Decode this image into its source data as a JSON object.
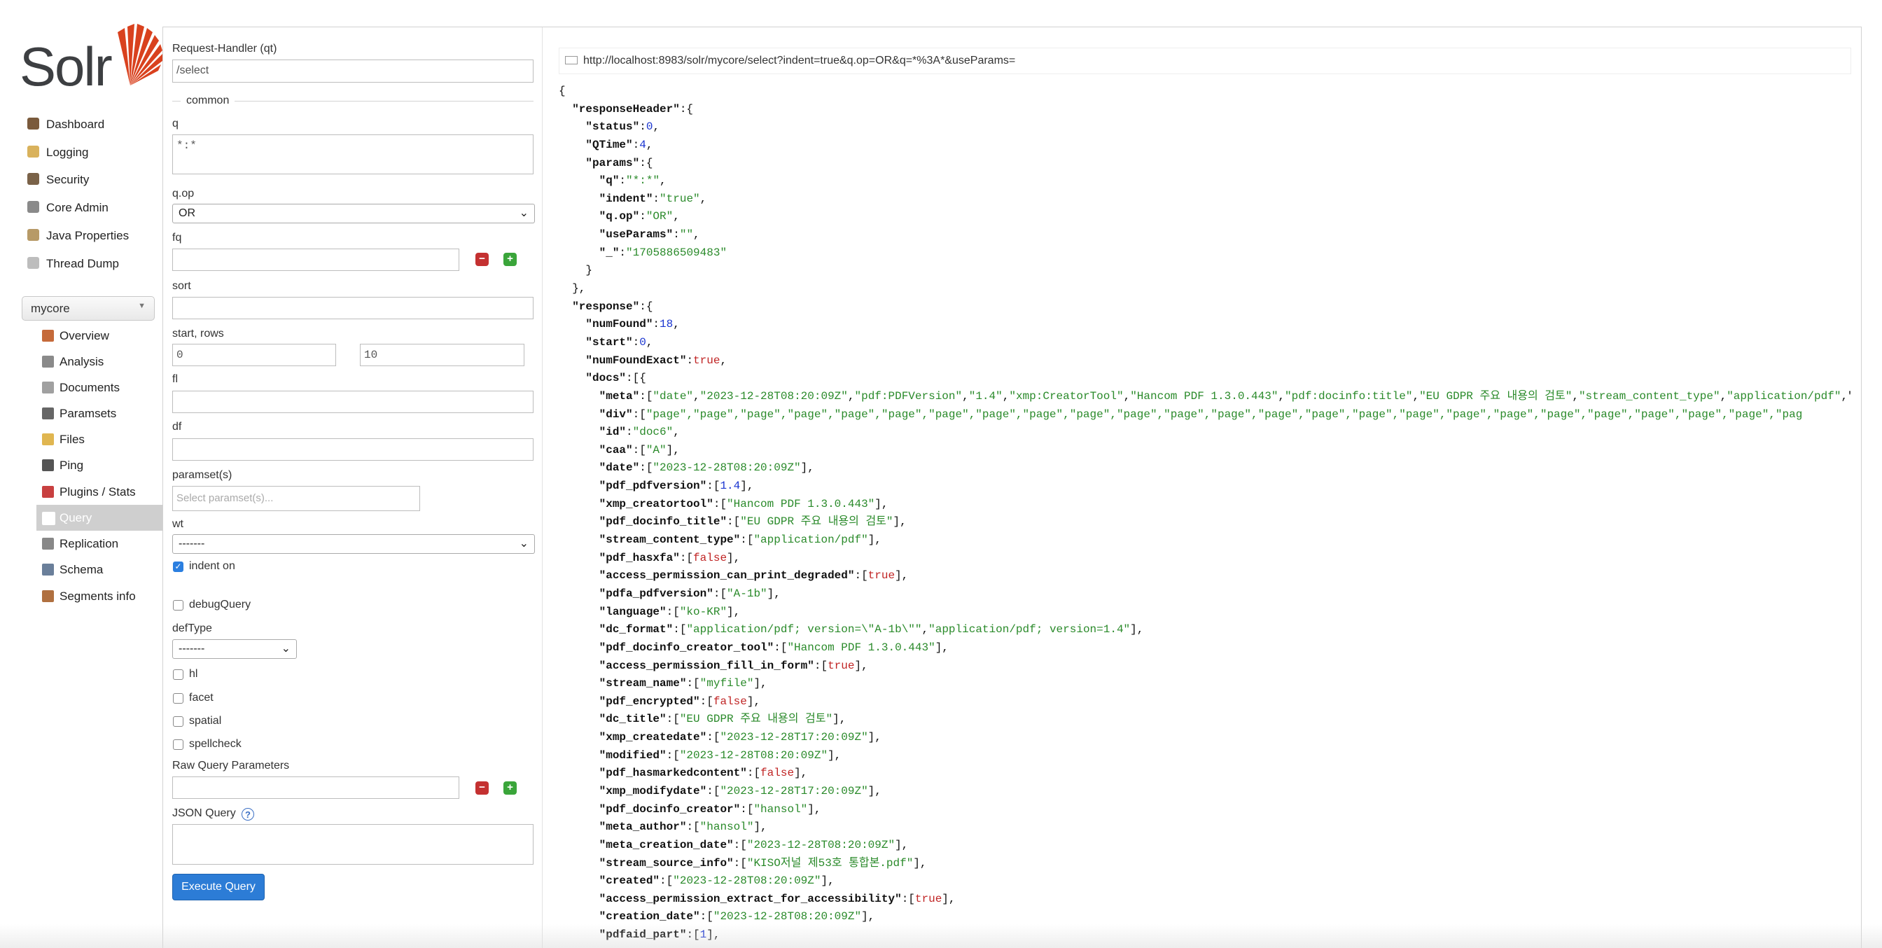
{
  "app": {
    "logo_text": "Solr"
  },
  "sidebar": {
    "items": [
      {
        "label": "Dashboard",
        "icon": "dashboard-icon",
        "color": "#7a5a3c"
      },
      {
        "label": "Logging",
        "icon": "logging-icon",
        "color": "#d9b25c"
      },
      {
        "label": "Security",
        "icon": "security-icon",
        "color": "#7a6248"
      },
      {
        "label": "Core Admin",
        "icon": "core-admin-icon",
        "color": "#8a8a8a"
      },
      {
        "label": "Java Properties",
        "icon": "java-properties-icon",
        "color": "#b79a67"
      },
      {
        "label": "Thread Dump",
        "icon": "thread-dump-icon",
        "color": "#bdbdbd"
      }
    ],
    "core_selector": {
      "value": "mycore"
    },
    "core_items": [
      {
        "label": "Overview",
        "icon": "overview-icon",
        "color": "#c56a3a"
      },
      {
        "label": "Analysis",
        "icon": "analysis-icon",
        "color": "#8a8a8a"
      },
      {
        "label": "Documents",
        "icon": "documents-icon",
        "color": "#a0a0a0"
      },
      {
        "label": "Paramsets",
        "icon": "paramsets-icon",
        "color": "#666666"
      },
      {
        "label": "Files",
        "icon": "files-icon",
        "color": "#e0b650"
      },
      {
        "label": "Ping",
        "icon": "ping-icon",
        "color": "#555555"
      },
      {
        "label": "Plugins / Stats",
        "icon": "plugins-icon",
        "color": "#c84040"
      },
      {
        "label": "Query",
        "icon": "query-icon",
        "color": "#ffffff",
        "active": true
      },
      {
        "label": "Replication",
        "icon": "replication-icon",
        "color": "#888888"
      },
      {
        "label": "Schema",
        "icon": "schema-icon",
        "color": "#6a7f9a"
      },
      {
        "label": "Segments info",
        "icon": "segments-icon",
        "color": "#b07040"
      }
    ]
  },
  "form": {
    "request_handler": {
      "label": "Request-Handler (qt)",
      "value": "/select"
    },
    "common_legend": "common",
    "q": {
      "label": "q",
      "value": "*:*"
    },
    "qop": {
      "label": "q.op",
      "value": "OR"
    },
    "fq": {
      "label": "fq",
      "value": ""
    },
    "sort": {
      "label": "sort",
      "value": ""
    },
    "start_rows": {
      "label": "start, rows",
      "start": "0",
      "rows": "10"
    },
    "fl": {
      "label": "fl",
      "value": ""
    },
    "df": {
      "label": "df",
      "value": ""
    },
    "paramsets": {
      "label": "paramset(s)",
      "placeholder": "Select paramset(s)..."
    },
    "wt": {
      "label": "wt",
      "value": "-------"
    },
    "indent": {
      "label": "indent on",
      "checked": true
    },
    "debug": {
      "label": "debugQuery",
      "checked": false
    },
    "deftype": {
      "label": "defType",
      "value": "-------"
    },
    "hl": {
      "label": "hl"
    },
    "facet": {
      "label": "facet"
    },
    "spatial": {
      "label": "spatial"
    },
    "spellcheck": {
      "label": "spellcheck"
    },
    "raw": {
      "label": "Raw Query Parameters",
      "value": ""
    },
    "json_query": {
      "label": "JSON Query",
      "help": "?",
      "value": ""
    },
    "execute_label": "Execute Query",
    "minus_glyph": "−",
    "plus_glyph": "+"
  },
  "response": {
    "url": "http://localhost:8983/solr/mycore/select?indent=true&q.op=OR&q=*%3A*&useParams=",
    "json_lines": [
      [
        [
          "p",
          "{"
        ]
      ],
      [
        [
          "p",
          "  "
        ],
        [
          "k",
          "\"responseHeader\""
        ],
        [
          "p",
          ":{"
        ]
      ],
      [
        [
          "p",
          "    "
        ],
        [
          "k",
          "\"status\""
        ],
        [
          "p",
          ":"
        ],
        [
          "n",
          "0"
        ],
        [
          "p",
          ","
        ]
      ],
      [
        [
          "p",
          "    "
        ],
        [
          "k",
          "\"QTime\""
        ],
        [
          "p",
          ":"
        ],
        [
          "n",
          "4"
        ],
        [
          "p",
          ","
        ]
      ],
      [
        [
          "p",
          "    "
        ],
        [
          "k",
          "\"params\""
        ],
        [
          "p",
          ":{"
        ]
      ],
      [
        [
          "p",
          "      "
        ],
        [
          "k",
          "\"q\""
        ],
        [
          "p",
          ":"
        ],
        [
          "s",
          "\"*:*\""
        ],
        [
          "p",
          ","
        ]
      ],
      [
        [
          "p",
          "      "
        ],
        [
          "k",
          "\"indent\""
        ],
        [
          "p",
          ":"
        ],
        [
          "s",
          "\"true\""
        ],
        [
          "p",
          ","
        ]
      ],
      [
        [
          "p",
          "      "
        ],
        [
          "k",
          "\"q.op\""
        ],
        [
          "p",
          ":"
        ],
        [
          "s",
          "\"OR\""
        ],
        [
          "p",
          ","
        ]
      ],
      [
        [
          "p",
          "      "
        ],
        [
          "k",
          "\"useParams\""
        ],
        [
          "p",
          ":"
        ],
        [
          "s",
          "\"\""
        ],
        [
          "p",
          ","
        ]
      ],
      [
        [
          "p",
          "      "
        ],
        [
          "k",
          "\"_\""
        ],
        [
          "p",
          ":"
        ],
        [
          "s",
          "\"1705886509483\""
        ]
      ],
      [
        [
          "p",
          "    }"
        ]
      ],
      [
        [
          "p",
          "  },"
        ]
      ],
      [
        [
          "p",
          "  "
        ],
        [
          "k",
          "\"response\""
        ],
        [
          "p",
          ":{"
        ]
      ],
      [
        [
          "p",
          "    "
        ],
        [
          "k",
          "\"numFound\""
        ],
        [
          "p",
          ":"
        ],
        [
          "n",
          "18"
        ],
        [
          "p",
          ","
        ]
      ],
      [
        [
          "p",
          "    "
        ],
        [
          "k",
          "\"start\""
        ],
        [
          "p",
          ":"
        ],
        [
          "n",
          "0"
        ],
        [
          "p",
          ","
        ]
      ],
      [
        [
          "p",
          "    "
        ],
        [
          "k",
          "\"numFoundExact\""
        ],
        [
          "p",
          ":"
        ],
        [
          "b",
          "true"
        ],
        [
          "p",
          ","
        ]
      ],
      [
        [
          "p",
          "    "
        ],
        [
          "k",
          "\"docs\""
        ],
        [
          "p",
          ":[{"
        ]
      ],
      [
        [
          "p",
          "      "
        ],
        [
          "k",
          "\"meta\""
        ],
        [
          "p",
          ":["
        ],
        [
          "s",
          "\"date\""
        ],
        [
          "p",
          ","
        ],
        [
          "s",
          "\"2023-12-28T08:20:09Z\""
        ],
        [
          "p",
          ","
        ],
        [
          "s",
          "\"pdf:PDFVersion\""
        ],
        [
          "p",
          ","
        ],
        [
          "s",
          "\"1.4\""
        ],
        [
          "p",
          ","
        ],
        [
          "s",
          "\"xmp:CreatorTool\""
        ],
        [
          "p",
          ","
        ],
        [
          "s",
          "\"Hancom PDF 1.3.0.443\""
        ],
        [
          "p",
          ","
        ],
        [
          "s",
          "\"pdf:docinfo:title\""
        ],
        [
          "p",
          ","
        ],
        [
          "s",
          "\"EU GDPR 주요 내용의 검토\""
        ],
        [
          "p",
          ","
        ],
        [
          "s",
          "\"stream_content_type\""
        ],
        [
          "p",
          ","
        ],
        [
          "s",
          "\"application/pdf\""
        ],
        [
          "p",
          ",\""
        ]
      ],
      [
        [
          "p",
          "      "
        ],
        [
          "k",
          "\"div\""
        ],
        [
          "p",
          ":["
        ],
        [
          "s",
          "\"page\",\"page\",\"page\",\"page\",\"page\",\"page\",\"page\",\"page\",\"page\",\"page\",\"page\",\"page\",\"page\",\"page\",\"page\",\"page\",\"page\",\"page\",\"page\",\"page\",\"page\",\"page\",\"page\",\"page\",\"pag"
        ]
      ],
      [
        [
          "p",
          "      "
        ],
        [
          "k",
          "\"id\""
        ],
        [
          "p",
          ":"
        ],
        [
          "s",
          "\"doc6\""
        ],
        [
          "p",
          ","
        ]
      ],
      [
        [
          "p",
          "      "
        ],
        [
          "k",
          "\"caa\""
        ],
        [
          "p",
          ":["
        ],
        [
          "s",
          "\"A\""
        ],
        [
          "p",
          "],"
        ]
      ],
      [
        [
          "p",
          "      "
        ],
        [
          "k",
          "\"date\""
        ],
        [
          "p",
          ":["
        ],
        [
          "s",
          "\"2023-12-28T08:20:09Z\""
        ],
        [
          "p",
          "],"
        ]
      ],
      [
        [
          "p",
          "      "
        ],
        [
          "k",
          "\"pdf_pdfversion\""
        ],
        [
          "p",
          ":["
        ],
        [
          "n",
          "1.4"
        ],
        [
          "p",
          "],"
        ]
      ],
      [
        [
          "p",
          "      "
        ],
        [
          "k",
          "\"xmp_creatortool\""
        ],
        [
          "p",
          ":["
        ],
        [
          "s",
          "\"Hancom PDF 1.3.0.443\""
        ],
        [
          "p",
          "],"
        ]
      ],
      [
        [
          "p",
          "      "
        ],
        [
          "k",
          "\"pdf_docinfo_title\""
        ],
        [
          "p",
          ":["
        ],
        [
          "s",
          "\"EU GDPR 주요 내용의 검토\""
        ],
        [
          "p",
          "],"
        ]
      ],
      [
        [
          "p",
          "      "
        ],
        [
          "k",
          "\"stream_content_type\""
        ],
        [
          "p",
          ":["
        ],
        [
          "s",
          "\"application/pdf\""
        ],
        [
          "p",
          "],"
        ]
      ],
      [
        [
          "p",
          "      "
        ],
        [
          "k",
          "\"pdf_hasxfa\""
        ],
        [
          "p",
          ":["
        ],
        [
          "b",
          "false"
        ],
        [
          "p",
          "],"
        ]
      ],
      [
        [
          "p",
          "      "
        ],
        [
          "k",
          "\"access_permission_can_print_degraded\""
        ],
        [
          "p",
          ":["
        ],
        [
          "b",
          "true"
        ],
        [
          "p",
          "],"
        ]
      ],
      [
        [
          "p",
          "      "
        ],
        [
          "k",
          "\"pdfa_pdfversion\""
        ],
        [
          "p",
          ":["
        ],
        [
          "s",
          "\"A-1b\""
        ],
        [
          "p",
          "],"
        ]
      ],
      [
        [
          "p",
          "      "
        ],
        [
          "k",
          "\"language\""
        ],
        [
          "p",
          ":["
        ],
        [
          "s",
          "\"ko-KR\""
        ],
        [
          "p",
          "],"
        ]
      ],
      [
        [
          "p",
          "      "
        ],
        [
          "k",
          "\"dc_format\""
        ],
        [
          "p",
          ":["
        ],
        [
          "s",
          "\"application/pdf; version=\\\"A-1b\\\"\""
        ],
        [
          "p",
          ","
        ],
        [
          "s",
          "\"application/pdf; version=1.4\""
        ],
        [
          "p",
          "],"
        ]
      ],
      [
        [
          "p",
          "      "
        ],
        [
          "k",
          "\"pdf_docinfo_creator_tool\""
        ],
        [
          "p",
          ":["
        ],
        [
          "s",
          "\"Hancom PDF 1.3.0.443\""
        ],
        [
          "p",
          "],"
        ]
      ],
      [
        [
          "p",
          "      "
        ],
        [
          "k",
          "\"access_permission_fill_in_form\""
        ],
        [
          "p",
          ":["
        ],
        [
          "b",
          "true"
        ],
        [
          "p",
          "],"
        ]
      ],
      [
        [
          "p",
          "      "
        ],
        [
          "k",
          "\"stream_name\""
        ],
        [
          "p",
          ":["
        ],
        [
          "s",
          "\"myfile\""
        ],
        [
          "p",
          "],"
        ]
      ],
      [
        [
          "p",
          "      "
        ],
        [
          "k",
          "\"pdf_encrypted\""
        ],
        [
          "p",
          ":["
        ],
        [
          "b",
          "false"
        ],
        [
          "p",
          "],"
        ]
      ],
      [
        [
          "p",
          "      "
        ],
        [
          "k",
          "\"dc_title\""
        ],
        [
          "p",
          ":["
        ],
        [
          "s",
          "\"EU GDPR 주요 내용의 검토\""
        ],
        [
          "p",
          "],"
        ]
      ],
      [
        [
          "p",
          "      "
        ],
        [
          "k",
          "\"xmp_createdate\""
        ],
        [
          "p",
          ":["
        ],
        [
          "s",
          "\"2023-12-28T17:20:09Z\""
        ],
        [
          "p",
          "],"
        ]
      ],
      [
        [
          "p",
          "      "
        ],
        [
          "k",
          "\"modified\""
        ],
        [
          "p",
          ":["
        ],
        [
          "s",
          "\"2023-12-28T08:20:09Z\""
        ],
        [
          "p",
          "],"
        ]
      ],
      [
        [
          "p",
          "      "
        ],
        [
          "k",
          "\"pdf_hasmarkedcontent\""
        ],
        [
          "p",
          ":["
        ],
        [
          "b",
          "false"
        ],
        [
          "p",
          "],"
        ]
      ],
      [
        [
          "p",
          "      "
        ],
        [
          "k",
          "\"xmp_modifydate\""
        ],
        [
          "p",
          ":["
        ],
        [
          "s",
          "\"2023-12-28T17:20:09Z\""
        ],
        [
          "p",
          "],"
        ]
      ],
      [
        [
          "p",
          "      "
        ],
        [
          "k",
          "\"pdf_docinfo_creator\""
        ],
        [
          "p",
          ":["
        ],
        [
          "s",
          "\"hansol\""
        ],
        [
          "p",
          "],"
        ]
      ],
      [
        [
          "p",
          "      "
        ],
        [
          "k",
          "\"meta_author\""
        ],
        [
          "p",
          ":["
        ],
        [
          "s",
          "\"hansol\""
        ],
        [
          "p",
          "],"
        ]
      ],
      [
        [
          "p",
          "      "
        ],
        [
          "k",
          "\"meta_creation_date\""
        ],
        [
          "p",
          ":["
        ],
        [
          "s",
          "\"2023-12-28T08:20:09Z\""
        ],
        [
          "p",
          "],"
        ]
      ],
      [
        [
          "p",
          "      "
        ],
        [
          "k",
          "\"stream_source_info\""
        ],
        [
          "p",
          ":["
        ],
        [
          "s",
          "\"KISO저널 제53호 통합본.pdf\""
        ],
        [
          "p",
          "],"
        ]
      ],
      [
        [
          "p",
          "      "
        ],
        [
          "k",
          "\"created\""
        ],
        [
          "p",
          ":["
        ],
        [
          "s",
          "\"2023-12-28T08:20:09Z\""
        ],
        [
          "p",
          "],"
        ]
      ],
      [
        [
          "p",
          "      "
        ],
        [
          "k",
          "\"access_permission_extract_for_accessibility\""
        ],
        [
          "p",
          ":["
        ],
        [
          "b",
          "true"
        ],
        [
          "p",
          "],"
        ]
      ],
      [
        [
          "p",
          "      "
        ],
        [
          "k",
          "\"creation_date\""
        ],
        [
          "p",
          ":["
        ],
        [
          "s",
          "\"2023-12-28T08:20:09Z\""
        ],
        [
          "p",
          "],"
        ]
      ],
      [
        [
          "p",
          "      "
        ],
        [
          "k",
          "\"pdfaid_part\""
        ],
        [
          "p",
          ":["
        ],
        [
          "n",
          "1"
        ],
        [
          "p",
          "],"
        ]
      ]
    ]
  }
}
